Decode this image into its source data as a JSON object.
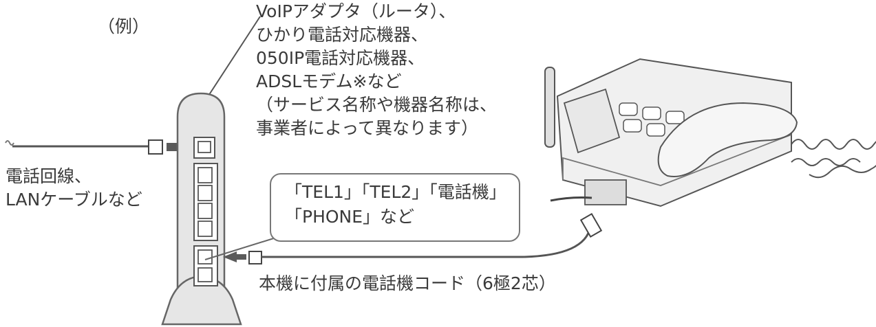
{
  "example_label": "（例）",
  "device_description": [
    "VoIPアダプタ（ルータ）、",
    "ひかり電話対応機器、",
    "050IP電話対応機器、",
    "ADSLモデム※など",
    "（サービス名称や機器名称は、",
    "事業者によって異なります）"
  ],
  "line_label": [
    "電話回線、",
    "LANケーブルなど"
  ],
  "port_callout": [
    "「TEL1」「TEL2」「電話機」",
    "「PHONE」など"
  ],
  "cord_label": "本機に付属の電話機コード（6極2芯）",
  "colors": {
    "line": "#555555",
    "device_fill": "#e6e6e6",
    "device_stroke": "#666666",
    "arrow": "#5a5a5a"
  },
  "icons": {
    "adapter": "router-device-icon",
    "phone": "telephone-base-icon",
    "arrow": "arrow-right-icon"
  }
}
